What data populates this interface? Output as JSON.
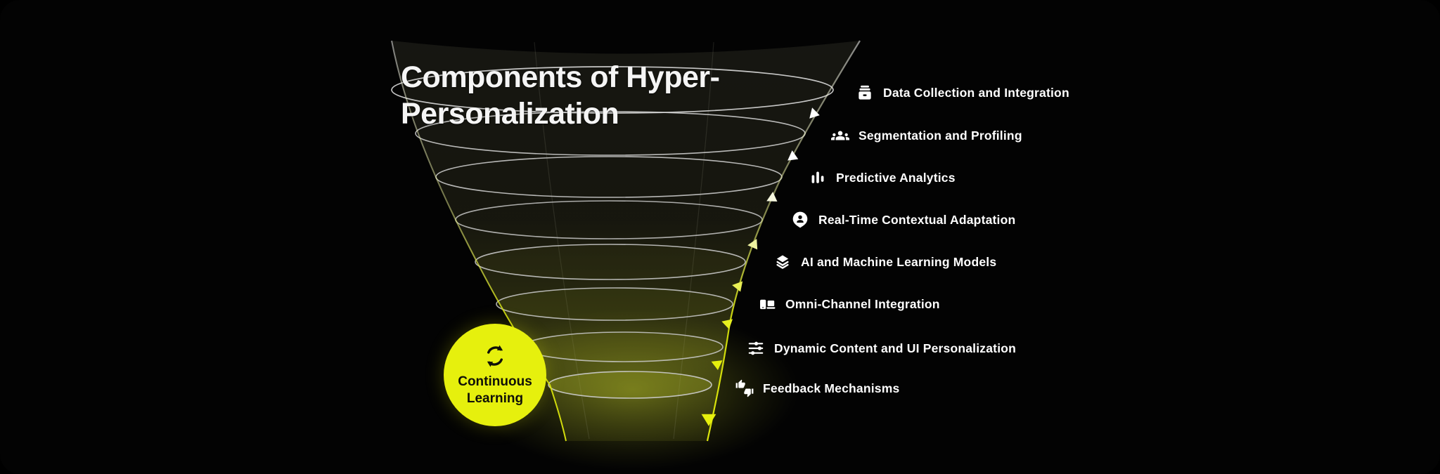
{
  "title": {
    "line1": "Components of Hyper-",
    "line2": "Personalization"
  },
  "funnel": {
    "levels": 8,
    "items": [
      {
        "label": "Data Collection and Integration",
        "icon": "archive-trays-icon"
      },
      {
        "label": "Segmentation and Profiling",
        "icon": "groups-icon"
      },
      {
        "label": "Predictive Analytics",
        "icon": "bar-chart-icon"
      },
      {
        "label": "Real-Time Contextual Adaptation",
        "icon": "person-pin-icon"
      },
      {
        "label": "AI and Machine Learning Models",
        "icon": "layers-icon"
      },
      {
        "label": "Omni-Channel Integration",
        "icon": "devices-icon"
      },
      {
        "label": "Dynamic Content and UI Personalization",
        "icon": "sliders-icon"
      },
      {
        "label": "Feedback Mechanisms",
        "icon": "thumbs-up-down-icon"
      }
    ]
  },
  "badge": {
    "line1": "Continuous",
    "line2": "Learning",
    "icon": "cycle-arrows-icon"
  },
  "colors": {
    "background": "#030303",
    "accent_yellow": "#e6f00d",
    "text": "#ffffff",
    "funnel_ring": "#d9d9d9"
  }
}
